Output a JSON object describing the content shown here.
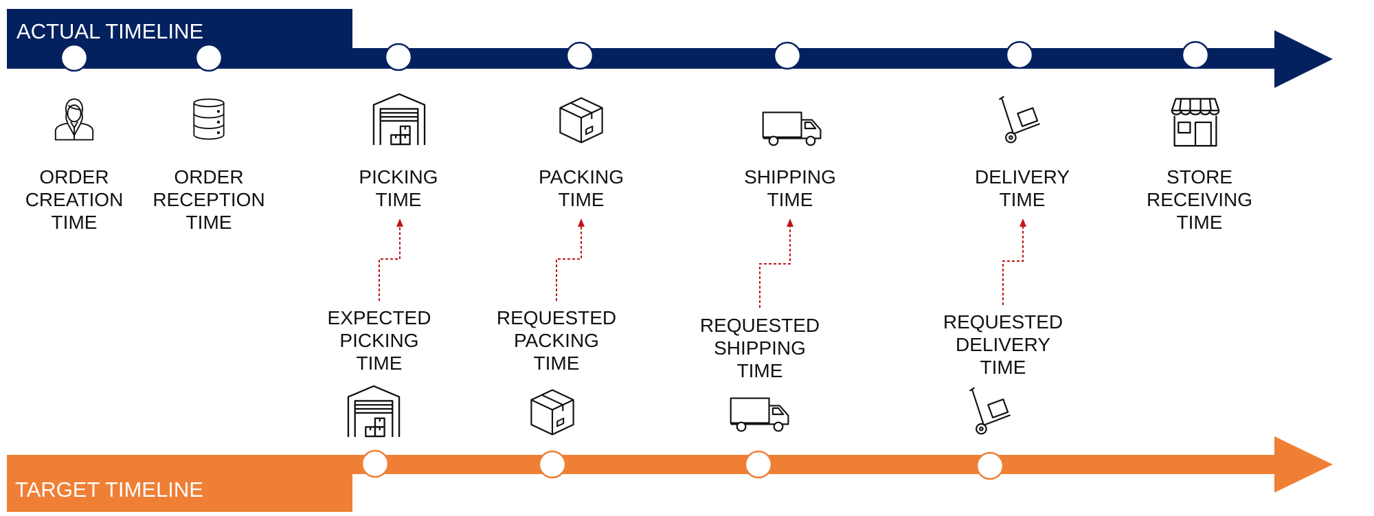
{
  "colors": {
    "actual": "#04215f",
    "target": "#ef7f35",
    "connector": "#c0151b",
    "icon": "#111111"
  },
  "actual_timeline": {
    "title": "ACTUAL TIMELINE",
    "milestones": [
      {
        "icon": "person-icon",
        "lines": [
          "ORDER",
          "CREATION",
          "TIME"
        ]
      },
      {
        "icon": "database-icon",
        "lines": [
          "ORDER",
          "RECEPTION",
          "TIME"
        ]
      },
      {
        "icon": "warehouse-icon",
        "lines": [
          "PICKING",
          "TIME"
        ]
      },
      {
        "icon": "box-icon",
        "lines": [
          "PACKING",
          "TIME"
        ]
      },
      {
        "icon": "truck-icon",
        "lines": [
          "SHIPPING",
          "TIME"
        ]
      },
      {
        "icon": "hand-truck-icon",
        "lines": [
          "DELIVERY",
          "TIME"
        ]
      },
      {
        "icon": "store-icon",
        "lines": [
          "STORE",
          "RECEIVING",
          "TIME"
        ]
      }
    ]
  },
  "target_timeline": {
    "title": "TARGET TIMELINE",
    "milestones": [
      {
        "icon": "warehouse-icon",
        "lines": [
          "EXPECTED",
          "PICKING",
          "TIME"
        ]
      },
      {
        "icon": "box-icon",
        "lines": [
          "REQUESTED",
          "PACKING",
          "TIME"
        ]
      },
      {
        "icon": "truck-icon",
        "lines": [
          "REQUESTED",
          "SHIPPING",
          "TIME"
        ]
      },
      {
        "icon": "hand-truck-icon",
        "lines": [
          "REQUESTED",
          "DELIVERY",
          "TIME"
        ]
      }
    ]
  }
}
